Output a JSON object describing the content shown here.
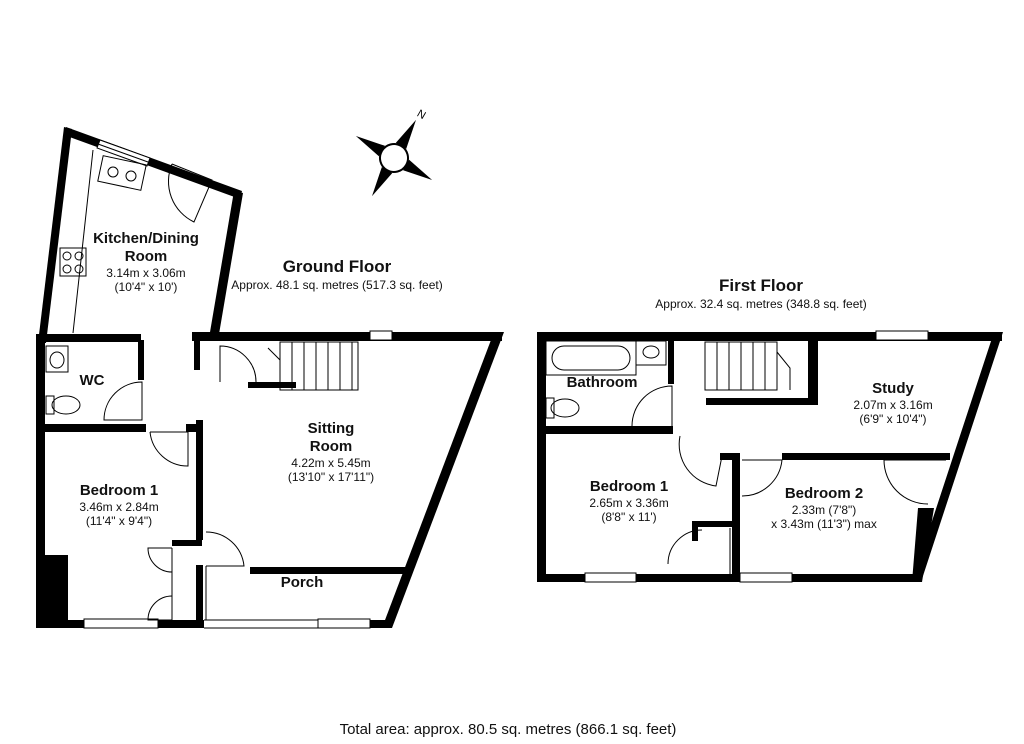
{
  "ground_floor": {
    "title": "Ground Floor",
    "area": "Approx. 48.1 sq. metres (517.3 sq. feet)",
    "rooms": {
      "kitchen": {
        "name": "Kitchen/Dining Room",
        "name_line1": "Kitchen/Dining",
        "name_line2": "Room",
        "dim_metric": "3.14m x 3.06m",
        "dim_imperial": "(10'4\" x 10')"
      },
      "wc": {
        "name": "WC"
      },
      "bedroom1": {
        "name": "Bedroom 1",
        "dim_metric": "3.46m x 2.84m",
        "dim_imperial": "(11'4\" x 9'4\")"
      },
      "sitting": {
        "name": "Sitting Room",
        "name_line1": "Sitting",
        "name_line2": "Room",
        "dim_metric": "4.22m x 5.45m",
        "dim_imperial": "(13'10\" x 17'11\")"
      },
      "porch": {
        "name": "Porch"
      }
    }
  },
  "first_floor": {
    "title": "First Floor",
    "area": "Approx. 32.4 sq. metres (348.8 sq. feet)",
    "rooms": {
      "bathroom": {
        "name": "Bathroom"
      },
      "study": {
        "name": "Study",
        "dim_metric": "2.07m x 3.16m",
        "dim_imperial": "(6'9\" x 10'4\")"
      },
      "bedroom1": {
        "name": "Bedroom 1",
        "dim_metric": "2.65m x 3.36m",
        "dim_imperial": "(8'8\" x 11')"
      },
      "bedroom2": {
        "name": "Bedroom 2",
        "dim_line2": "2.33m (7'8\")",
        "dim_line3": "x 3.43m (11'3\") max"
      }
    }
  },
  "compass": {
    "label": "N",
    "icon": "compass-icon"
  },
  "total_area": "Total area: approx. 80.5 sq. metres (866.1 sq. feet)"
}
